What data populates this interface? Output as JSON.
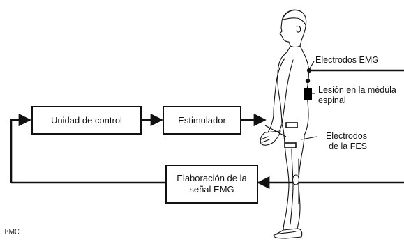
{
  "blocks": {
    "control": "Unidad de control",
    "stimulator": "Estimulador",
    "emg_processing": "Elaboración de la señal EMG"
  },
  "annotations": {
    "emg_electrodes": "Electrodos EMG",
    "spinal_lesion": "Lesión en la médula espinal",
    "fes_electrodes": "Electrodos de la FES"
  },
  "credit": "EMC",
  "colors": {
    "ink": "#111111",
    "lesion": "#000000",
    "background": "#ffffff"
  }
}
